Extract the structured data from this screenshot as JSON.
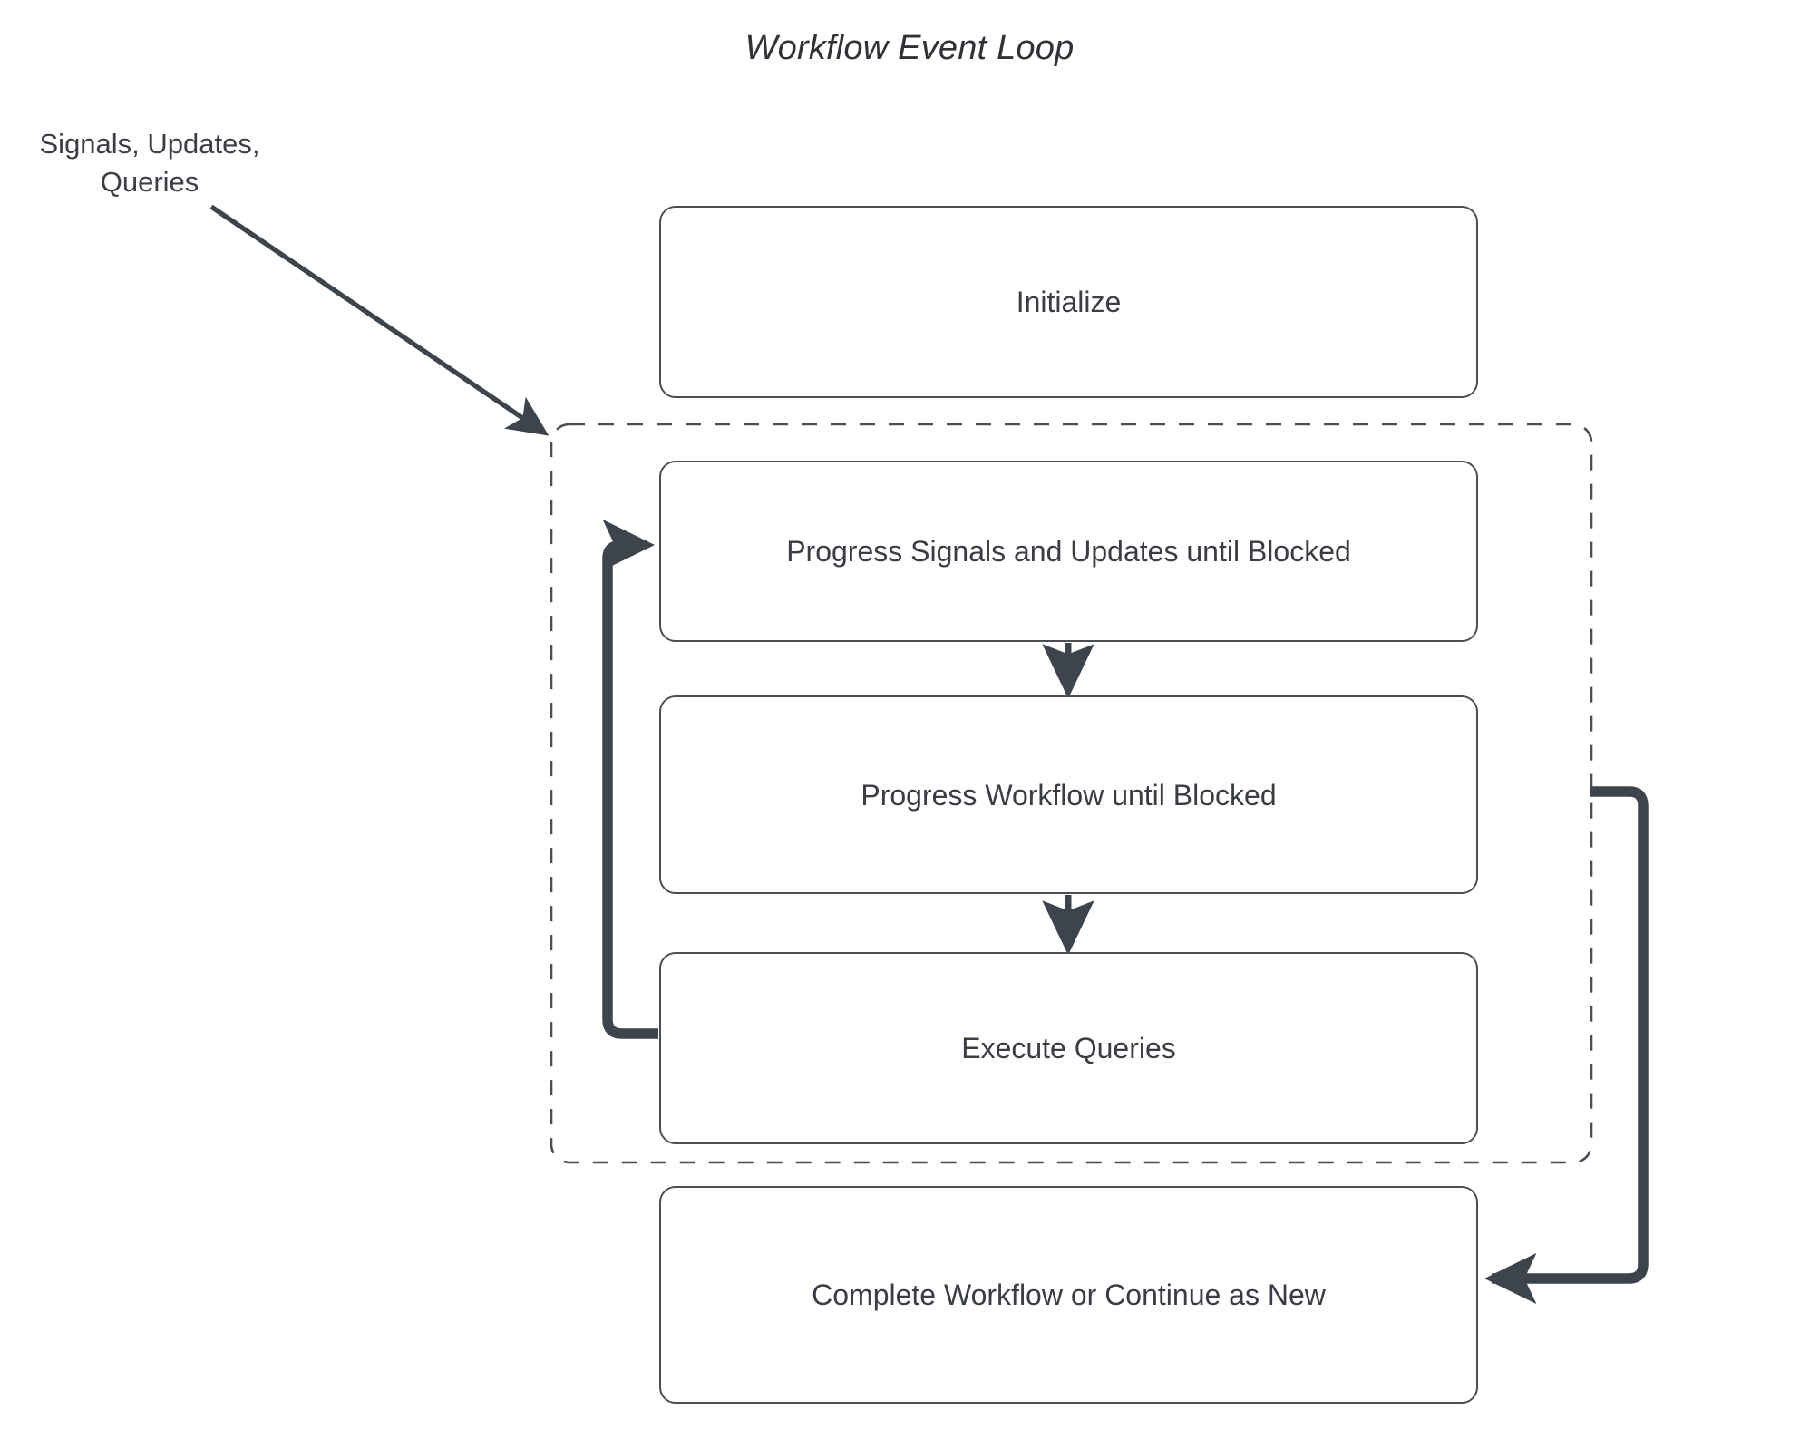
{
  "diagram": {
    "title": "Workflow Event Loop",
    "external_label": {
      "line1": "Signals, Updates,",
      "line2": "Queries"
    },
    "nodes": [
      {
        "id": "initialize",
        "label": "Initialize"
      },
      {
        "id": "progress-signals",
        "label": "Progress Signals and Updates until Blocked"
      },
      {
        "id": "progress-workflow",
        "label": "Progress Workflow until Blocked"
      },
      {
        "id": "execute-queries",
        "label": "Execute Queries"
      },
      {
        "id": "complete-workflow",
        "label": "Complete Workflow or Continue as New"
      }
    ],
    "group": {
      "id": "event-loop-group",
      "style": "dashed",
      "label": ""
    },
    "edges": [
      {
        "id": "signals-into-loop",
        "from": "external-label",
        "to": "event-loop-group",
        "label": "",
        "style": "solid-arrow-diagonal"
      },
      {
        "id": "signals-to-workflow",
        "from": "progress-signals",
        "to": "progress-workflow",
        "label": "",
        "style": "solid-arrow-down"
      },
      {
        "id": "workflow-to-queries",
        "from": "progress-workflow",
        "to": "execute-queries",
        "label": "",
        "style": "solid-arrow-down"
      },
      {
        "id": "queries-loop-back",
        "from": "execute-queries",
        "to": "progress-signals",
        "label": "",
        "style": "thick-arrow-loop"
      },
      {
        "id": "loop-to-complete",
        "from": "event-loop-group",
        "to": "complete-workflow",
        "label": "",
        "style": "thick-arrow-right-down"
      }
    ],
    "colors": {
      "background": "#ffffff",
      "node_border": "#4a4f55",
      "node_fill": "#ffffff",
      "text": "#3a3e44",
      "edge_thin": "#3e444c",
      "edge_thick": "#3e444c",
      "group_border": "#4a4f55"
    }
  }
}
